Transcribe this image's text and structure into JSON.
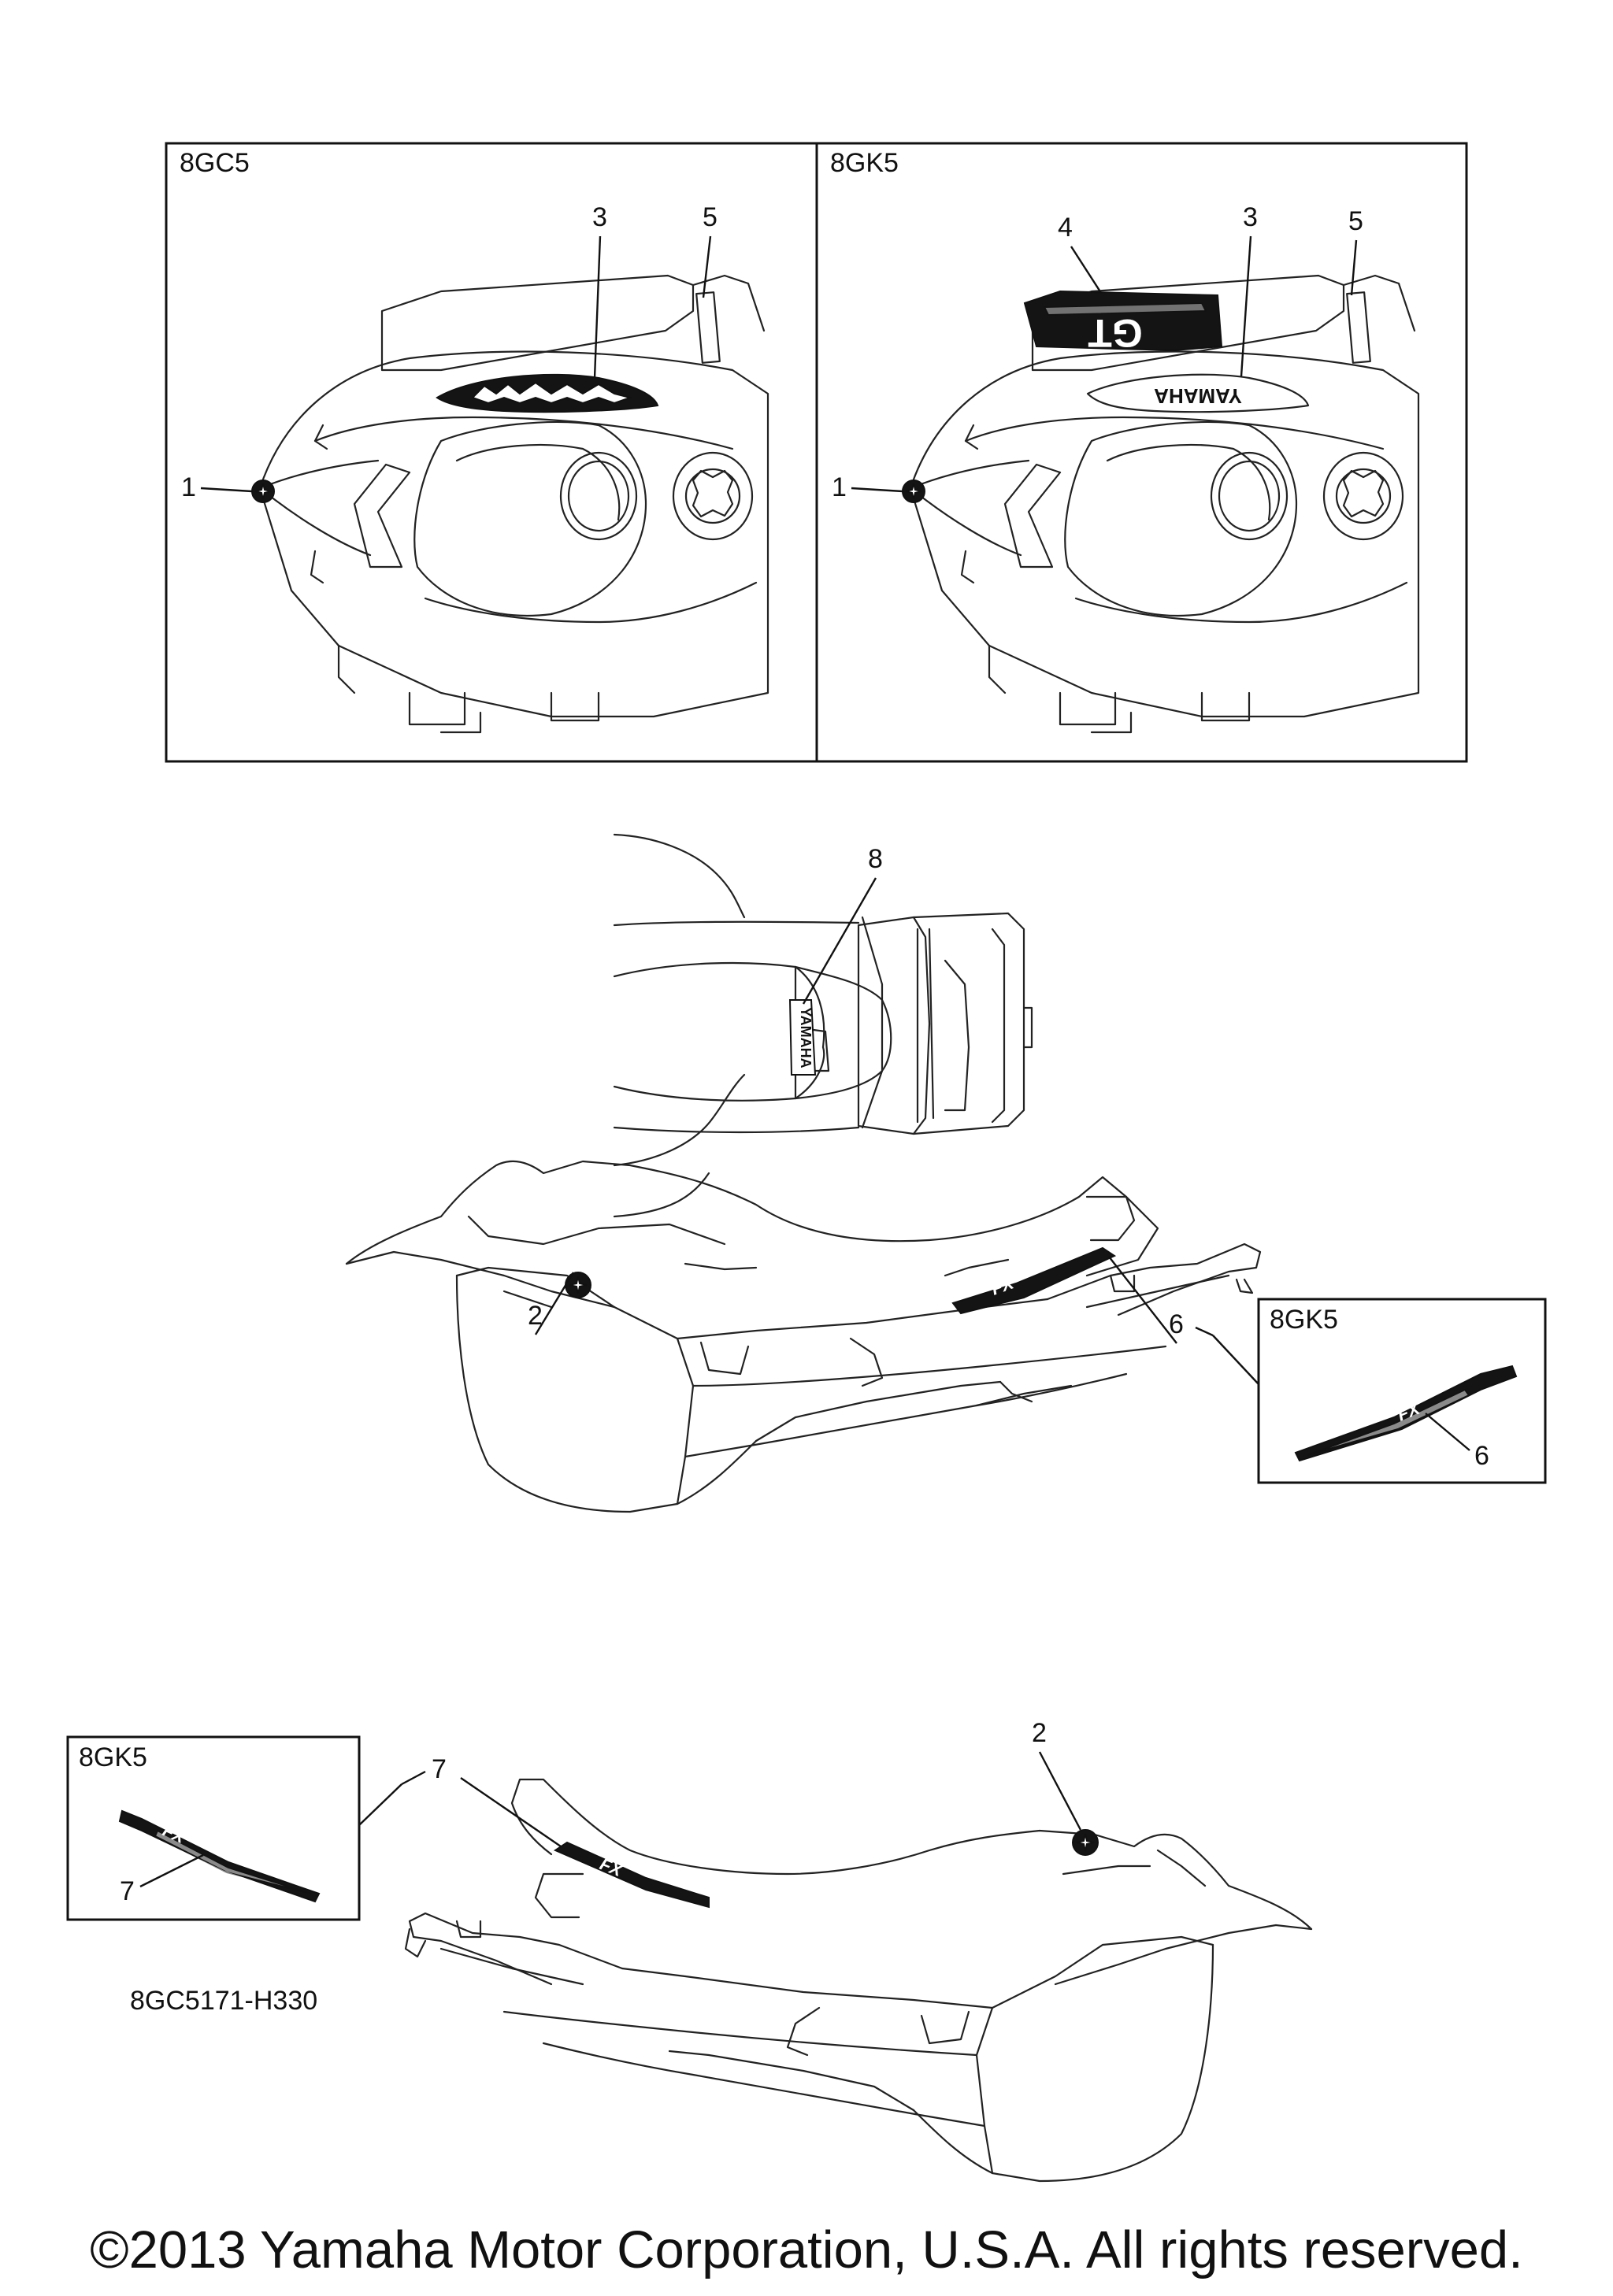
{
  "panels": {
    "top_left": {
      "model": "8GC5",
      "callouts": [
        "1",
        "3",
        "5"
      ]
    },
    "top_right": {
      "model": "8GK5",
      "callouts": [
        "1",
        "3",
        "4",
        "5"
      ]
    },
    "rear_view": {
      "callouts": [
        "8"
      ]
    },
    "side_right": {
      "callouts": [
        "2",
        "6"
      ],
      "inset_model": "8GK5",
      "inset_callout": "6"
    },
    "side_left": {
      "callouts": [
        "2",
        "7"
      ],
      "inset_model": "8GK5",
      "inset_callout": "7"
    }
  },
  "decal_text": {
    "brand": "YAMAHA",
    "model_logo": "GT",
    "side_logo": "FX"
  },
  "drawing_code": "8GC5171-H330",
  "copyright": "©2013 Yamaha Motor Corporation, U.S.A. All rights reserved."
}
